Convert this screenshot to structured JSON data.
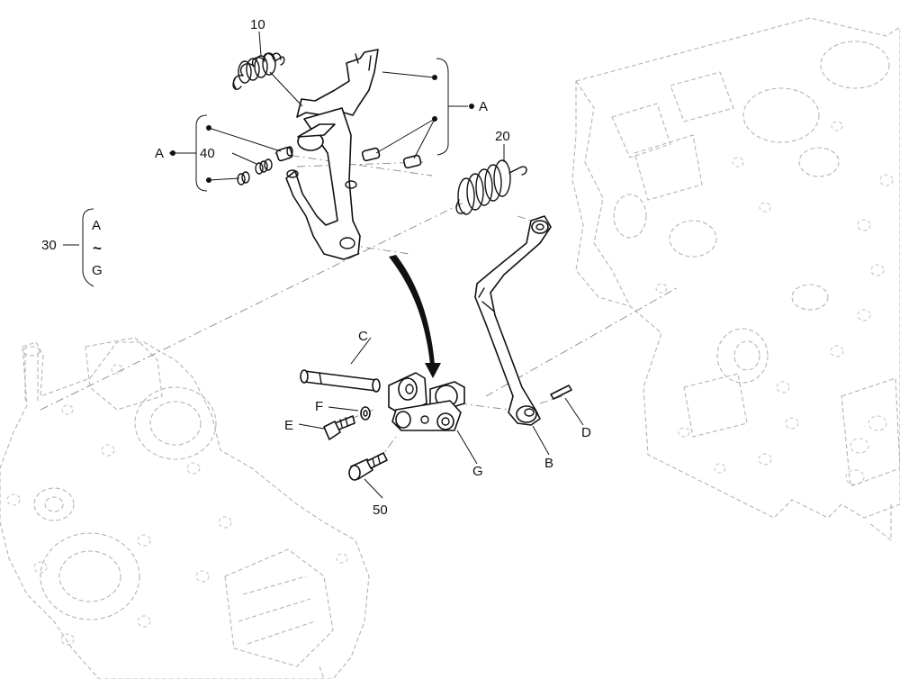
{
  "labels": {
    "p10": "10",
    "p20": "20",
    "p30": "30",
    "p40": "40",
    "p50": "50",
    "a_top": "A",
    "a_left": "A",
    "b": "B",
    "c": "C",
    "d": "D",
    "e": "E",
    "f": "F",
    "g": "G",
    "range_from": "A",
    "range_sep": "~",
    "range_to": "G"
  }
}
